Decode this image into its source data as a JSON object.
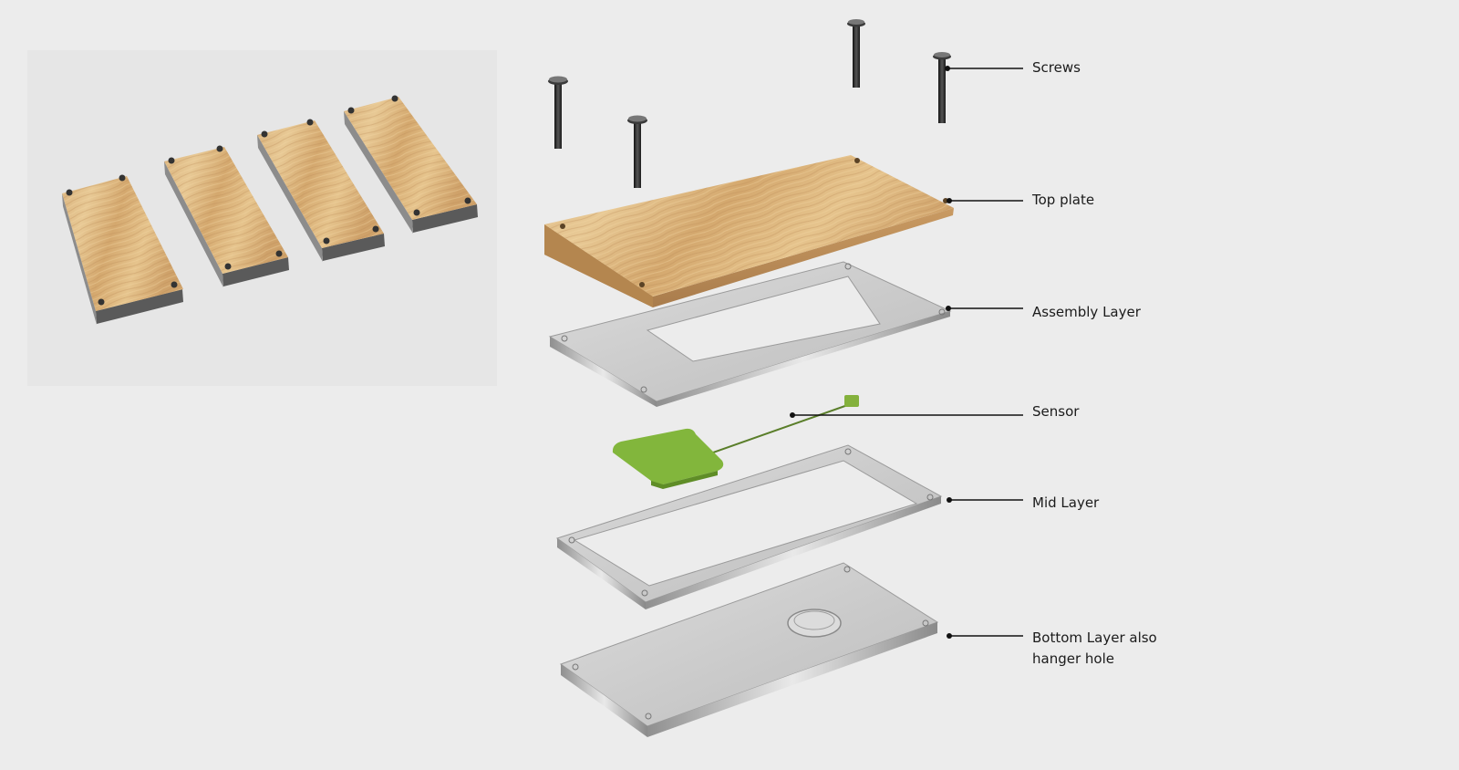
{
  "labels": {
    "screws": "Screws",
    "top_plate": "Top plate",
    "assembly_layer": "Assembly Layer",
    "sensor": "Sensor",
    "mid_layer": "Mid Layer",
    "bottom_layer_line1": "Bottom Layer also",
    "bottom_layer_line2": "hanger hole"
  },
  "colors": {
    "background": "#ececec",
    "inset_background": "#e6e6e6",
    "wood_light": "#e3c08e",
    "wood_mid": "#d0a56e",
    "wood_dark": "#b08556",
    "acrylic": "#c9c9c9",
    "sensor_green": "#7fb23a",
    "screw": "#2b2b2b",
    "leader_line": "#111111"
  }
}
